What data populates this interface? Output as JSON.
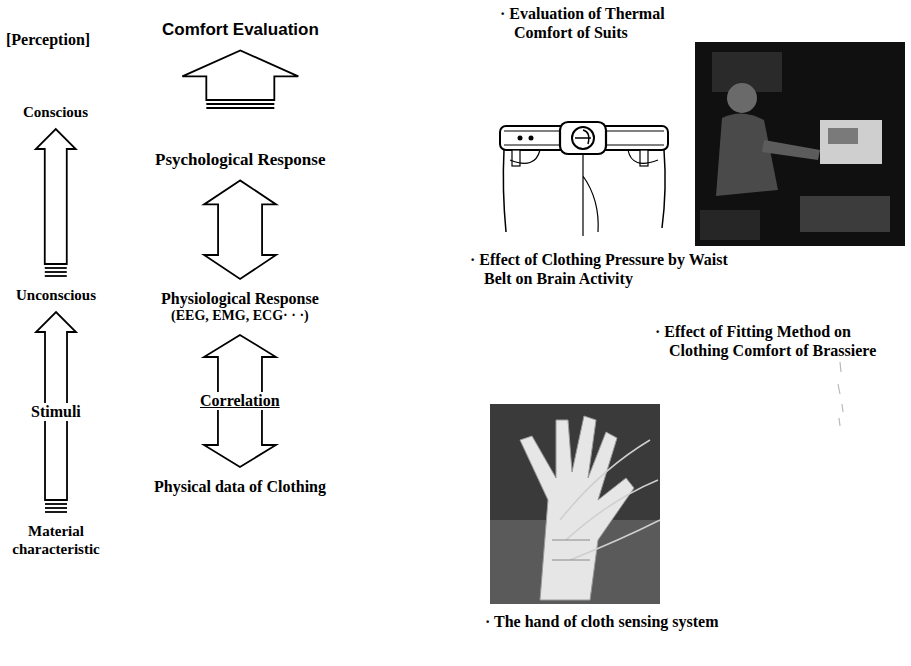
{
  "diagram": {
    "nodes": [
      {
        "text": [
          "Comfort Evaluation"
        ]
      },
      {
        "text": [
          "Psychological Response"
        ]
      },
      {
        "text": [
          "Physiological Response",
          "(EEG, EMG, ECG· · ·)"
        ]
      },
      {
        "text": [
          "Physical data of Clothing"
        ]
      },
      {
        "text": [
          "Conscious"
        ]
      },
      {
        "text": [
          "Unconscious"
        ]
      },
      {
        "text": [
          "Material characteristic"
        ]
      }
    ],
    "edges": [
      {
        "from": 1,
        "to": 0,
        "arrow": "to"
      },
      {
        "from": 1,
        "to": 2,
        "arrow": "both"
      },
      {
        "from": 2,
        "to": 3,
        "label": "Correlation",
        "arrow": "both"
      },
      {
        "from": 6,
        "to": 5,
        "label": "Stimuli",
        "arrow": "to"
      },
      {
        "from": 5,
        "to": 4,
        "arrow": "to"
      }
    ],
    "labels": [
      "[Perception]",
      "· Evaluation of Thermal Comfort of Suits",
      "· Effect of Clothing Pressure by Waist Belt on Brain Activity",
      "· Effect of Fitting Method on Clothing Comfort of Brassiere",
      "· The hand of cloth sensing system"
    ]
  }
}
